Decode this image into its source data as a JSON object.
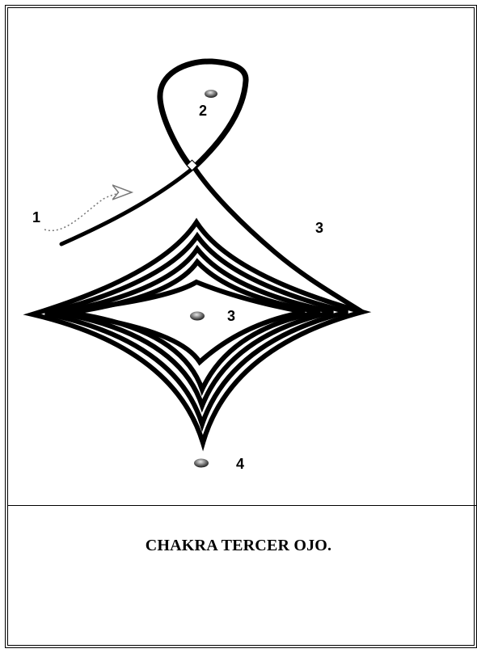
{
  "figure": {
    "labels": {
      "start": "1",
      "top_point": "2",
      "right": "3",
      "center": "3",
      "bottom": "4"
    }
  },
  "caption": "CHAKRA TERCER OJO."
}
